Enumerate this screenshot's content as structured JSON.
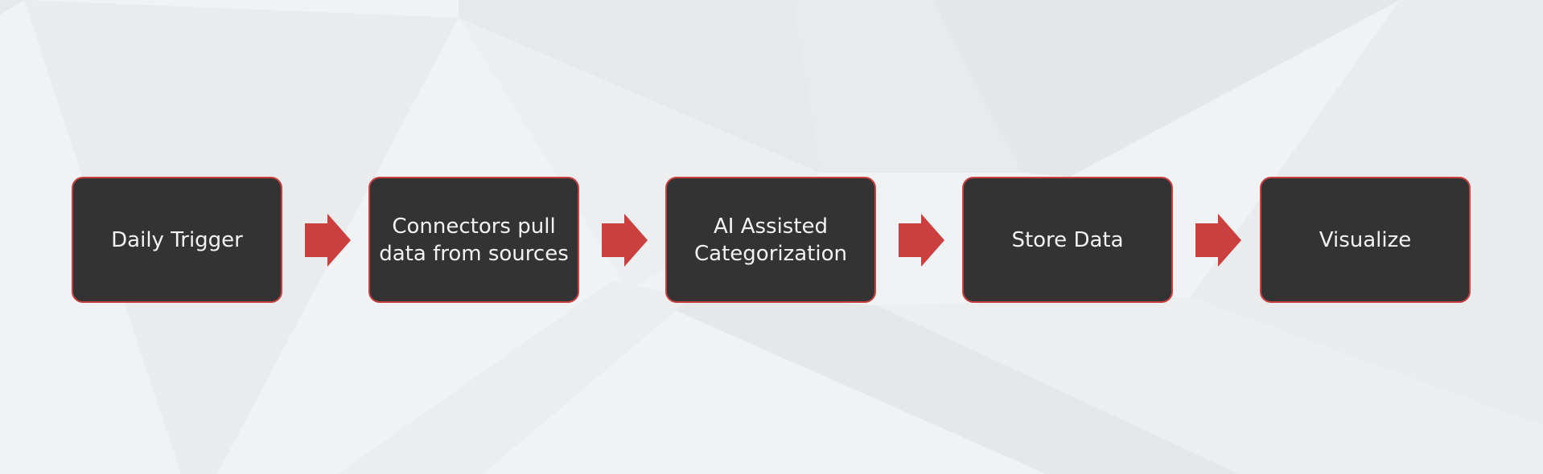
{
  "diagram": {
    "type": "process-flow",
    "colors": {
      "box_fill": "#333333",
      "box_border": "#c94040",
      "arrow": "#cc3f3f",
      "text": "#f2f2f2",
      "background": "#f1f2f3"
    },
    "steps": [
      {
        "label": "Daily Trigger"
      },
      {
        "label": "Connectors pull\ndata from sources"
      },
      {
        "label": "AI Assisted\nCategorization"
      },
      {
        "label": "Store Data"
      },
      {
        "label": "Visualize"
      }
    ],
    "connectors": [
      {
        "from": 0,
        "to": 1
      },
      {
        "from": 1,
        "to": 2
      },
      {
        "from": 2,
        "to": 3
      },
      {
        "from": 3,
        "to": 4
      }
    ]
  }
}
